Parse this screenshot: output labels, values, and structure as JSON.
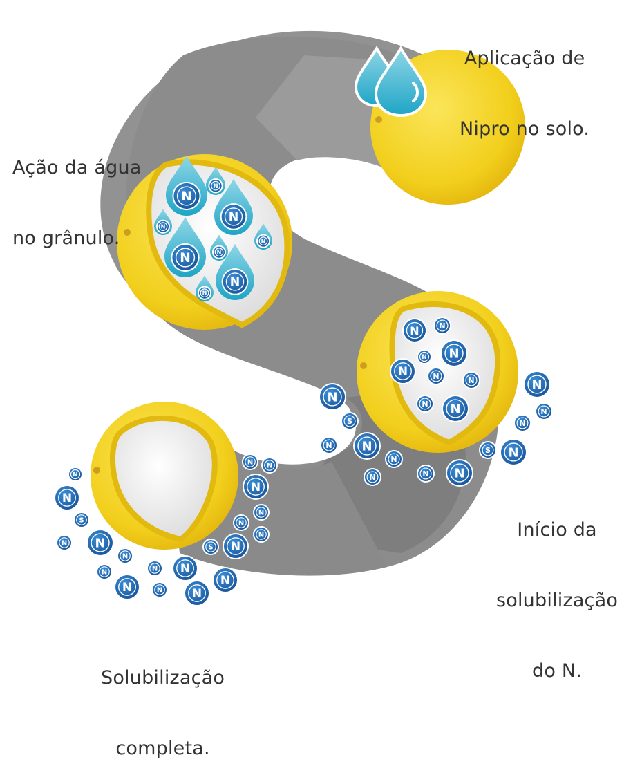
{
  "steps": [
    {
      "lines": [
        "Aplicação de",
        "Nipro no solo."
      ]
    },
    {
      "lines": [
        "Ação da água",
        "no grânulo."
      ]
    },
    {
      "lines": [
        "Início da",
        "solubilização",
        "do N."
      ]
    },
    {
      "lines": [
        "Solubilização",
        "completa."
      ]
    }
  ],
  "badges": {
    "nitrogen": "N",
    "sulfur": "S"
  },
  "colors": {
    "s_path": "#8f8f8f",
    "s_path_shadow": "#7b7b7b",
    "granule": "#f3d21f",
    "granule_rim": "#e7b80e",
    "drop": "#3bb3cf",
    "badge_blue": "#1f6db8"
  }
}
